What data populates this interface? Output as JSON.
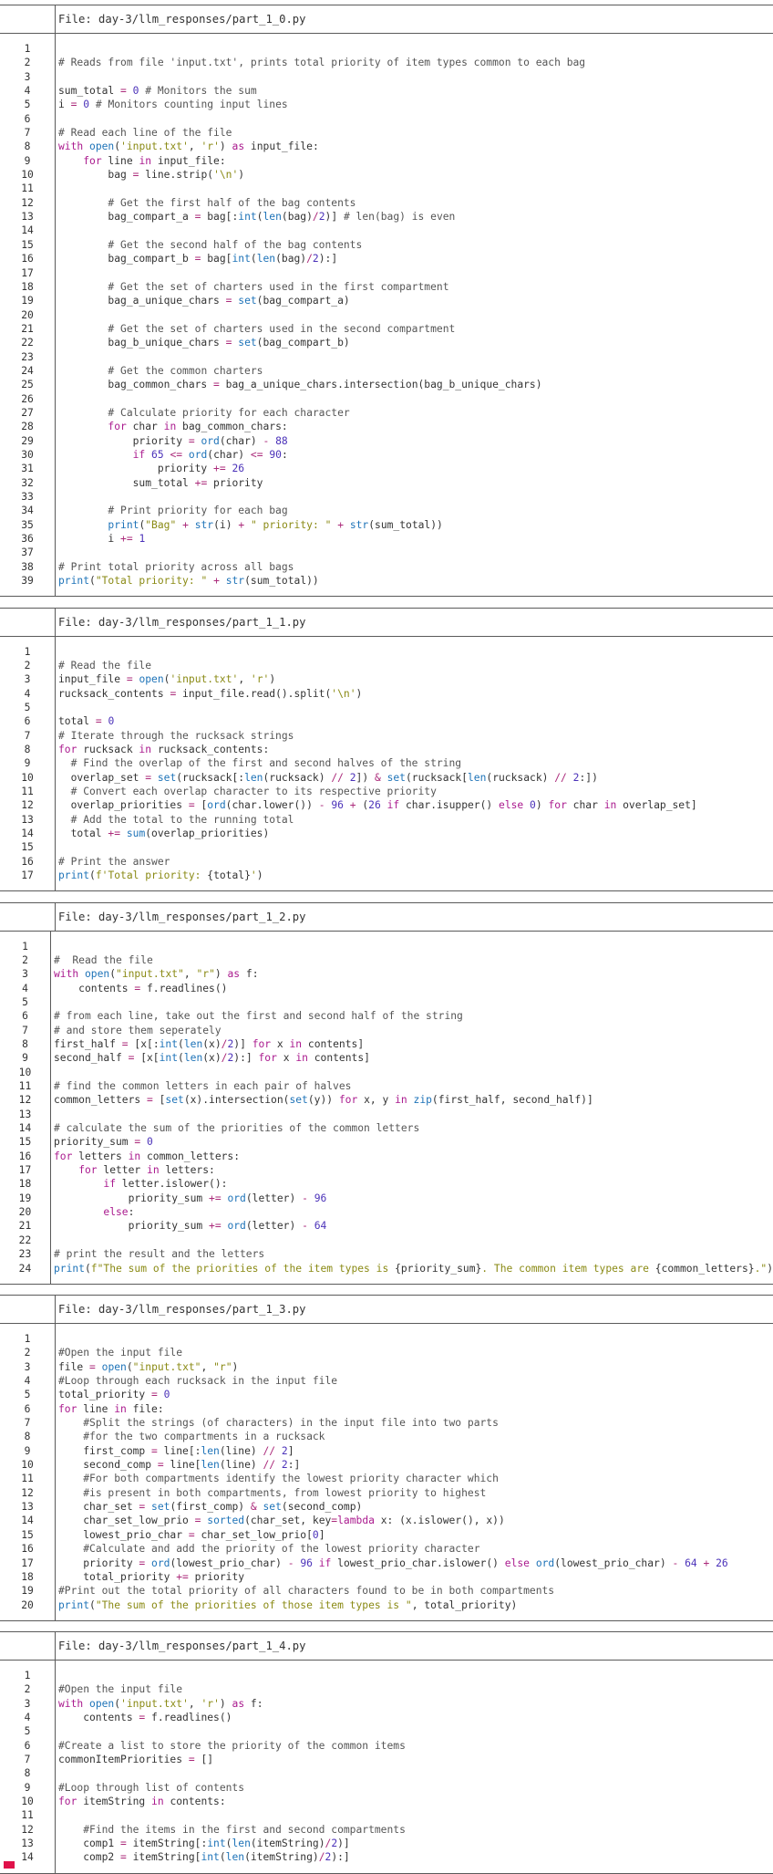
{
  "files": [
    {
      "filename": "File: day-3/llm_responses/part_1_0.py",
      "lines": [
        "",
        "# Reads from file 'input.txt', prints total priority of item types common to each bag",
        "",
        "sum_total = 0 # Monitors the sum",
        "i = 0 # Monitors counting input lines",
        "",
        "# Read each line of the file",
        "with open('input.txt', 'r') as input_file:",
        "    for line in input_file:",
        "        bag = line.strip('\\n')",
        "",
        "        # Get the first half of the bag contents",
        "        bag_compart_a = bag[:int(len(bag)/2)] # len(bag) is even",
        "",
        "        # Get the second half of the bag contents",
        "        bag_compart_b = bag[int(len(bag)/2):]",
        "",
        "        # Get the set of charters used in the first compartment",
        "        bag_a_unique_chars = set(bag_compart_a)",
        "",
        "        # Get the set of charters used in the second compartment",
        "        bag_b_unique_chars = set(bag_compart_b)",
        "",
        "        # Get the common charters",
        "        bag_common_chars = bag_a_unique_chars.intersection(bag_b_unique_chars)",
        "",
        "        # Calculate priority for each character",
        "        for char in bag_common_chars:",
        "            priority = ord(char) - 88",
        "            if 65 <= ord(char) <= 90:",
        "                priority += 26",
        "            sum_total += priority",
        "",
        "        # Print priority for each bag",
        "        print(\"Bag\" + str(i) + \" priority: \" + str(sum_total))",
        "        i += 1",
        "",
        "# Print total priority across all bags",
        "print(\"Total priority: \" + str(sum_total))"
      ]
    },
    {
      "filename": "File: day-3/llm_responses/part_1_1.py",
      "lines": [
        "",
        "# Read the file",
        "input_file = open('input.txt', 'r')",
        "rucksack_contents = input_file.read().split('\\n')",
        "",
        "total = 0",
        "# Iterate through the rucksack strings",
        "for rucksack in rucksack_contents:",
        "  # Find the overlap of the first and second halves of the string",
        "  overlap_set = set(rucksack[:len(rucksack) // 2]) & set(rucksack[len(rucksack) // 2:])",
        "  # Convert each overlap character to its respective priority",
        "  overlap_priorities = [ord(char.lower()) - 96 + (26 if char.isupper() else 0) for char in overlap_set]",
        "  # Add the total to the running total",
        "  total += sum(overlap_priorities)",
        "",
        "# Print the answer",
        "print(f'Total priority: {total}')"
      ]
    },
    {
      "filename": "File: day-3/llm_responses/part_1_2.py",
      "lines": [
        "",
        "#  Read the file",
        "with open(\"input.txt\", \"r\") as f:",
        "    contents = f.readlines()",
        "",
        "# from each line, take out the first and second half of the string",
        "# and store them seperately",
        "first_half = [x[:int(len(x)/2)] for x in contents]",
        "second_half = [x[int(len(x)/2):] for x in contents]",
        "",
        "# find the common letters in each pair of halves",
        "common_letters = [set(x).intersection(set(y)) for x, y in zip(first_half, second_half)]",
        "",
        "# calculate the sum of the priorities of the common letters",
        "priority_sum = 0",
        "for letters in common_letters:",
        "    for letter in letters:",
        "        if letter.islower():",
        "            priority_sum += ord(letter) - 96",
        "        else:",
        "            priority_sum += ord(letter) - 64",
        "",
        "# print the result and the letters",
        "print(f\"The sum of the priorities of the item types is {priority_sum}. The common item types are {common_letters}.\")"
      ]
    },
    {
      "filename": "File: day-3/llm_responses/part_1_3.py",
      "lines": [
        "",
        "#Open the input file",
        "file = open(\"input.txt\", \"r\")",
        "#Loop through each rucksack in the input file",
        "total_priority = 0",
        "for line in file:",
        "    #Split the strings (of characters) in the input file into two parts",
        "    #for the two compartments in a rucksack",
        "    first_comp = line[:len(line) // 2]",
        "    second_comp = line[len(line) // 2:]",
        "    #For both compartments identify the lowest priority character which",
        "    #is present in both compartments, from lowest priority to highest",
        "    char_set = set(first_comp) & set(second_comp)",
        "    char_set_low_prio = sorted(char_set, key=lambda x: (x.islower(), x))",
        "    lowest_prio_char = char_set_low_prio[0]",
        "    #Calculate and add the priority of the lowest priority character",
        "    priority = ord(lowest_prio_char) - 96 if lowest_prio_char.islower() else ord(lowest_prio_char) - 64 + 26",
        "    total_priority += priority",
        "#Print out the total priority of all characters found to be in both compartments",
        "print(\"The sum of the priorities of those item types is \", total_priority)"
      ]
    },
    {
      "filename": "File: day-3/llm_responses/part_1_4.py",
      "lines": [
        "",
        "#Open the input file",
        "with open('input.txt', 'r') as f:",
        "    contents = f.readlines()",
        "",
        "#Create a list to store the priority of the common items",
        "commonItemPriorities = []",
        "",
        "#Loop through list of contents",
        "for itemString in contents:",
        "",
        "    #Find the items in the first and second compartments",
        "    comp1 = itemString[:int(len(itemString)/2)]",
        "    comp2 = itemString[int(len(itemString)/2):]"
      ]
    }
  ]
}
